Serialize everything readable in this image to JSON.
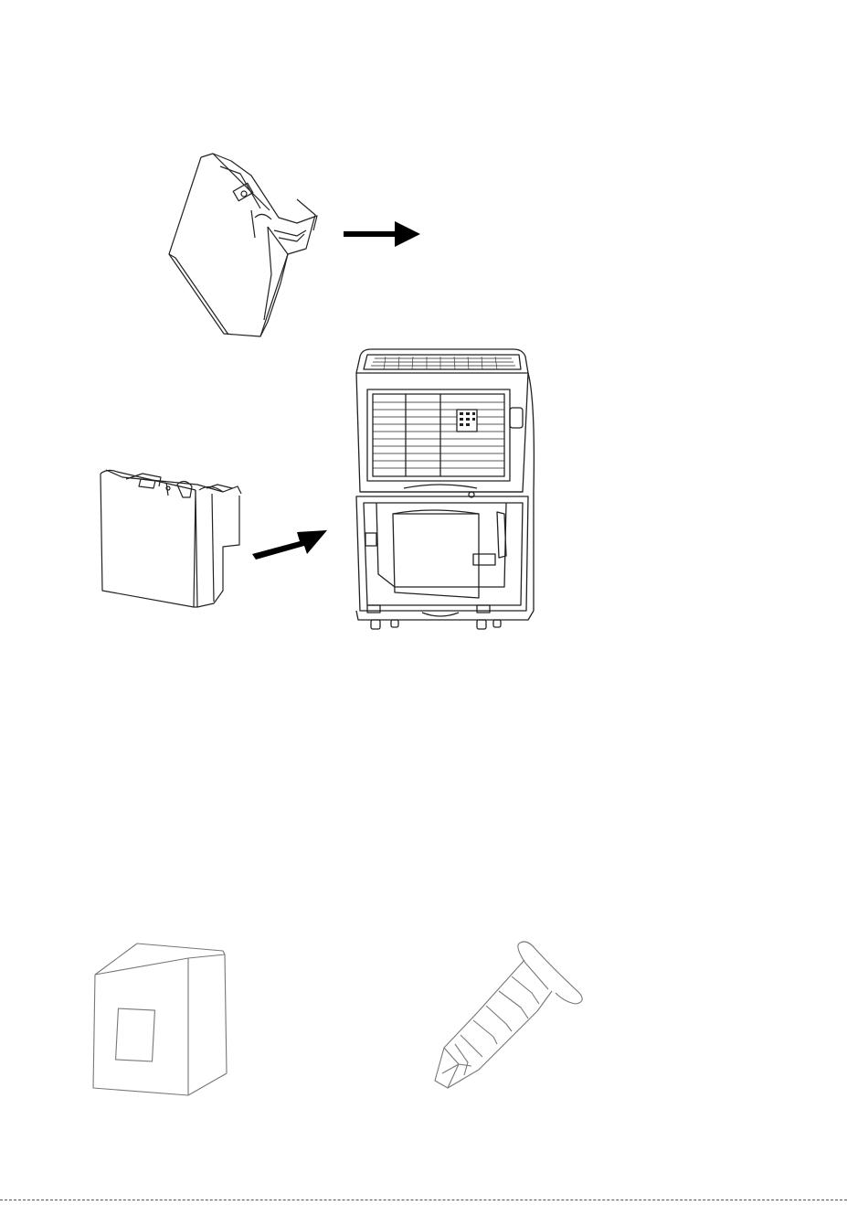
{
  "document": {
    "figures": [
      {
        "id": "tank-removal",
        "icon": "water-tank-tilted-icon"
      },
      {
        "id": "removal-arrow",
        "icon": "arrow-right-icon"
      },
      {
        "id": "tank-insert",
        "icon": "water-tank-icon"
      },
      {
        "id": "insert-arrow",
        "icon": "arrow-right-icon"
      },
      {
        "id": "dehumidifier",
        "icon": "dehumidifier-unit-icon"
      },
      {
        "id": "filter-box",
        "icon": "filter-box-icon"
      },
      {
        "id": "plastic-anchor",
        "icon": "wall-anchor-icon"
      }
    ],
    "colors": {
      "line": "#222222",
      "light_line": "#777777",
      "arrow": "#000000"
    }
  }
}
